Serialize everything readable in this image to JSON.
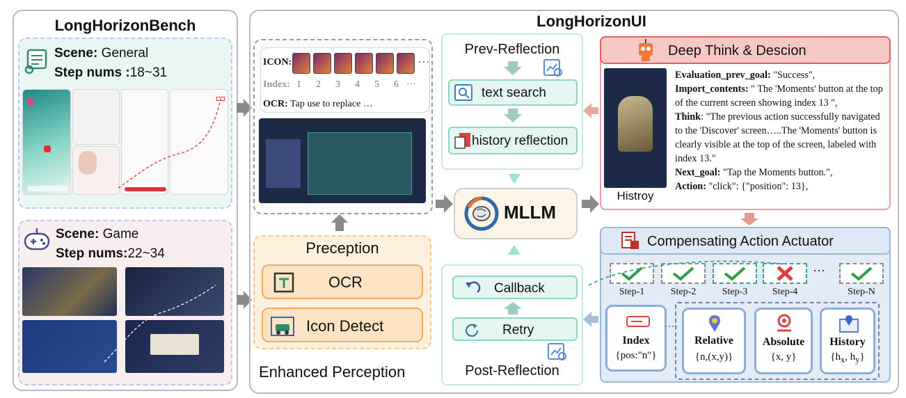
{
  "bench": {
    "title": "LongHorizonBench",
    "scene1": {
      "scene_label": "Scene:",
      "scene_value": "General",
      "steps_label": "Step nums :",
      "steps_value": "18~31"
    },
    "scene2": {
      "scene_label": "Scene:",
      "scene_value": "Game",
      "steps_label": "Step nums:",
      "steps_value": "22~34"
    }
  },
  "ui": {
    "title": "LongHorizonUI"
  },
  "perception_sample": {
    "icon_label": "ICON:",
    "index_label": "Index:",
    "indices": [
      "1",
      "2",
      "3",
      "4",
      "5",
      "6",
      "···"
    ],
    "ocr_label": "OCR:",
    "ocr_text": "Tap use to replace …"
  },
  "perception": {
    "title": "Preception",
    "ocr": "OCR",
    "icon_detect": "Icon Detect",
    "caption": "Enhanced Perception"
  },
  "prev_reflection": {
    "title": "Prev-Reflection",
    "text_search": "text search",
    "history_reflection": "history reflection"
  },
  "post_reflection": {
    "title": "Post-Reflection",
    "callback": "Callback",
    "retry": "Retry"
  },
  "mllm": {
    "label": "MLLM"
  },
  "deep_think": {
    "title": "Deep Think & Descion",
    "history_caption": "Histroy",
    "fields": [
      {
        "key": "Evaluation_prev_goal:",
        "value": " \"Success\","
      },
      {
        "key": "Import_contents:",
        "value": " \" The 'Moments' button at the top of the current screen showing index 13 \","
      },
      {
        "key": "Think",
        "value": ": \"The previous action successfully navigated to the 'Discover' screen…..The 'Moments' button is clearly visible at the top of the screen, labeled with index 13.\""
      },
      {
        "key": "Next_goal:",
        "value": " \"Tap the Moments button.\","
      },
      {
        "key": "Action:",
        "value": " \"click\": {\"position\": 13},"
      }
    ]
  },
  "actuator": {
    "title": "Compensating Action Actuator",
    "steps": [
      "Step-1",
      "Step-2",
      "Step-3",
      "Step-4",
      "Step-N"
    ],
    "step_ellipsis": "···",
    "index_card": {
      "title": "Index",
      "value": "{pos:\"n\"}"
    },
    "relative_card": {
      "title": "Relative",
      "value": "{n,(x,y)}"
    },
    "absolute_card": {
      "title": "Absolute",
      "value": "{x, y}"
    },
    "history_card": {
      "title": "History",
      "value_prefix": "{h",
      "sub_x": "x",
      "sep": ", h",
      "sub_y": "y",
      "value_suffix": "}"
    }
  },
  "colors": {
    "teal": "#8fd4c8",
    "orange": "#f0a860",
    "red_header": "#f6c8c4",
    "blue_panel": "#e3ecf6",
    "check_green": "#2e9e3e",
    "cross_red": "#e23a3a"
  }
}
